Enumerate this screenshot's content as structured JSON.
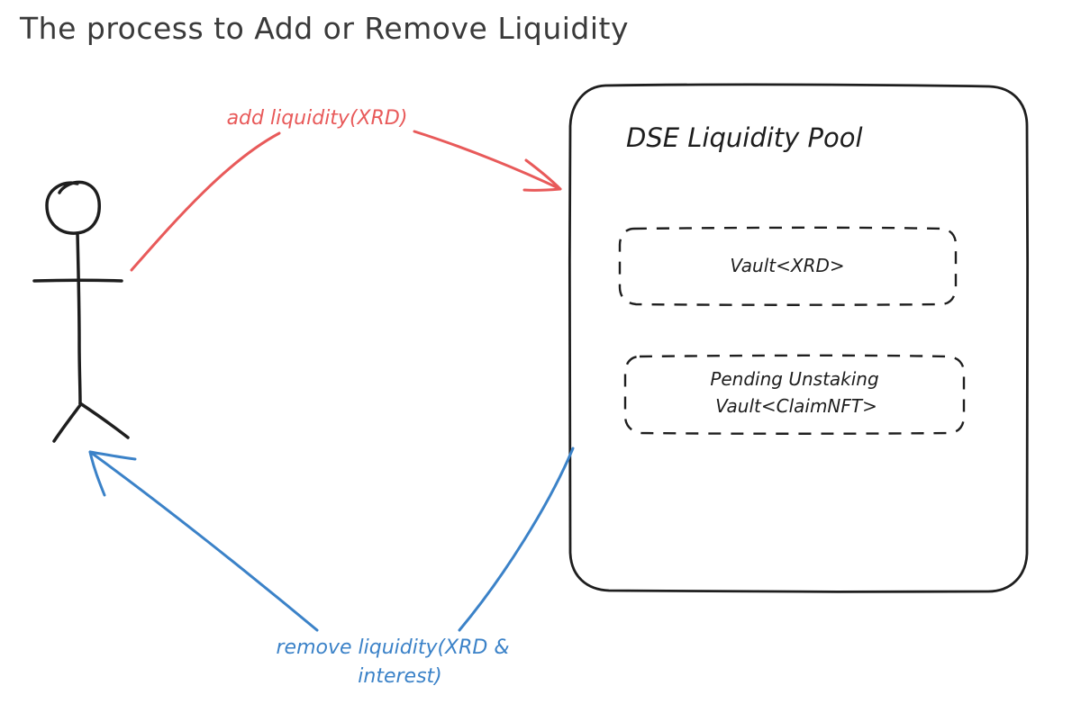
{
  "page": {
    "title": "The process to Add or Remove Liquidity"
  },
  "diagram": {
    "pool": {
      "title": "DSE Liquidity Pool",
      "vault_xrd": "Vault<XRD>",
      "pending_vault_line1": "Pending Unstaking",
      "pending_vault_line2": "Vault<ClaimNFT>"
    },
    "add_arrow": {
      "label": "add liquidity(XRD)",
      "color": "#e85a5a"
    },
    "remove_arrow": {
      "label_line1": "remove liquidity(XRD &",
      "label_line2": "interest)",
      "color": "#3b82c8"
    },
    "colors": {
      "stroke": "#1e1e1e",
      "add": "#e85a5a",
      "remove": "#3b82c8"
    }
  }
}
